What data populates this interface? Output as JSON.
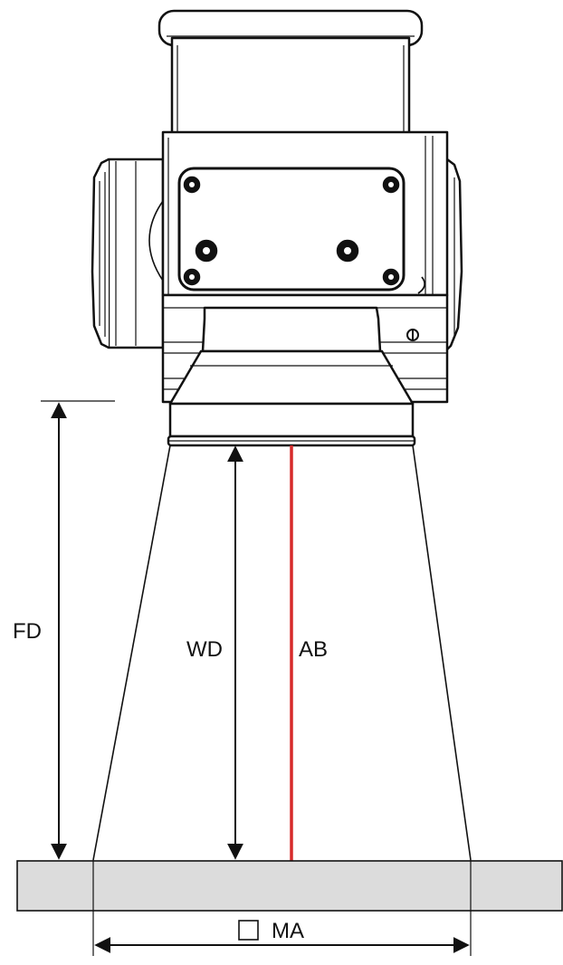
{
  "diagram": {
    "labels": {
      "focal_distance": "FD",
      "working_distance": "WD",
      "aiming_beam": "AB",
      "marking_area": "MA"
    },
    "colors": {
      "line": "#111111",
      "aiming_beam": "#d62a2a",
      "workpiece_fill": "#dcdcdc",
      "background": "#ffffff"
    },
    "icons": {
      "marking_area_symbol": "square-outline-icon"
    }
  }
}
